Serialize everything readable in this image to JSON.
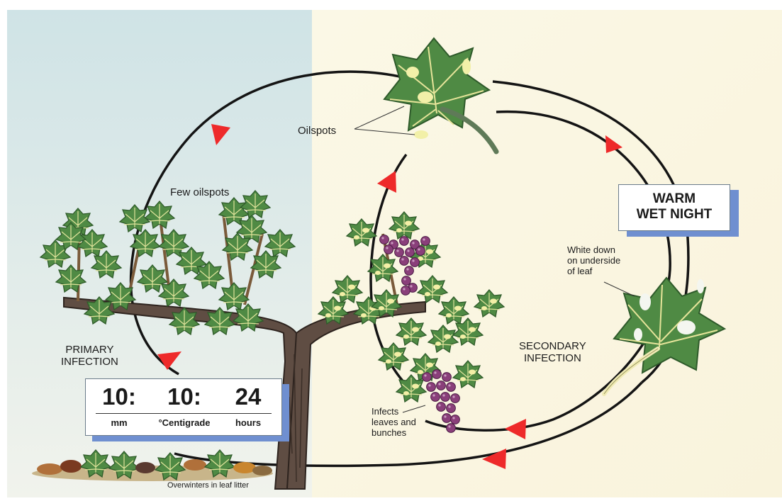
{
  "labels": {
    "oilspots": "Oilspots",
    "few_oilspots": "Few oilspots",
    "warm_line1": "WARM",
    "warm_line2": "WET NIGHT",
    "white_down_1": "White down",
    "white_down_2": "on underside",
    "white_down_3": "of leaf",
    "primary_1": "PRIMARY",
    "primary_2": "INFECTION",
    "secondary_1": "SECONDARY",
    "secondary_2": "INFECTION",
    "infects_1": "Infects",
    "infects_2": "leaves and",
    "infects_3": "bunches",
    "overwinters": "Overwinters in leaf litter"
  },
  "conditions": [
    {
      "value": "10:",
      "unit": "mm"
    },
    {
      "value": "10:",
      "unit": "°Centigrade"
    },
    {
      "value": "24",
      "unit": "hours"
    }
  ],
  "colors": {
    "left_panel": "#dde9ec",
    "right_panel": "#fbf7e3",
    "cycle_line": "#141414",
    "arrow": "#ee2a2a",
    "leaf": "#4f8a44",
    "leaf_vein": "#e6e49a",
    "oilspot": "#f2f0a8",
    "grape": "#8a3f7a",
    "trunk": "#5f4d43",
    "box_shadow": "#6f8fd0"
  },
  "icons": [
    "grapevine-illustration",
    "infected-leaf-icon",
    "underside-leaf-icon",
    "grape-bunch-icon",
    "leaf-litter-icon",
    "cycle-arrow-icon"
  ]
}
